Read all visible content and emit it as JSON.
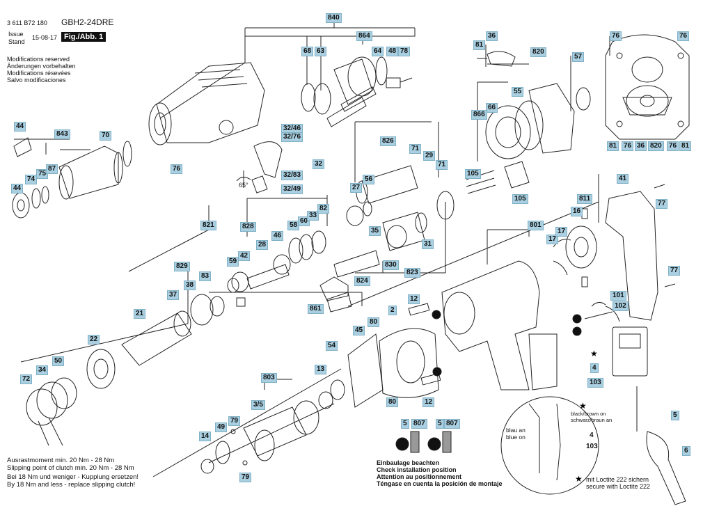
{
  "header": {
    "part_number": "3 611 B72 180",
    "model": "GBH2-24DRE",
    "issue_label": "Issue",
    "stand_label": "Stand",
    "date": "15-08-17",
    "figure": "Fig./Abb. 1",
    "modifications": [
      "Modifications reserved",
      "Änderungen vorbehalten",
      "Modifications résevées",
      "Salvo modificaciones"
    ]
  },
  "labels": [
    "840",
    "864",
    "68",
    "63",
    "64",
    "48",
    "78",
    "36",
    "81",
    "820",
    "57",
    "76",
    "76",
    "55",
    "66",
    "866",
    "105",
    "105",
    "76",
    "36",
    "820",
    "76",
    "81",
    "81",
    "44",
    "843",
    "70",
    "75",
    "87",
    "74",
    "44",
    "32/46",
    "32/76",
    "32",
    "32/83",
    "32/49",
    "76",
    "826",
    "71",
    "29",
    "71",
    "56",
    "27",
    "811",
    "16",
    "41",
    "77",
    "821",
    "828",
    "58",
    "60",
    "33",
    "82",
    "59",
    "42",
    "28",
    "46",
    "35",
    "31",
    "830",
    "823",
    "801",
    "17",
    "17",
    "829",
    "38",
    "83",
    "37",
    "824",
    "21",
    "861",
    "12",
    "101",
    "102",
    "22",
    "2",
    "45",
    "80",
    "72",
    "34",
    "50",
    "54",
    "13",
    "803",
    "3/5",
    "79",
    "49",
    "14",
    "79",
    "80",
    "12",
    "5",
    "807",
    "5",
    "807",
    "4",
    "103",
    "4",
    "103",
    "5",
    "6",
    "77"
  ],
  "angle": "65°",
  "notes": {
    "torque": [
      "Ausrastmoment min. 20 Nm - 28 Nm",
      "Slipping point of clutch min. 20 Nm - 28 Nm",
      "Bei 18 Nm und weniger - Kupplung ersetzen!",
      "By 18 Nm and less - replace slipping clutch!"
    ],
    "install": [
      "Einbaulage beachten",
      "Check installation position",
      "Attention au positionnement",
      "Téngase en cuenta la posición de montaje"
    ],
    "loctite": [
      "mit Loctite 222 sichern",
      "secure with Loctite 222"
    ],
    "wiring": [
      "black/brown on",
      "schwarz/braun an",
      "blau an",
      "blue on"
    ]
  },
  "colors": {
    "label_bg": "#a9cfe0",
    "line": "#222222"
  }
}
